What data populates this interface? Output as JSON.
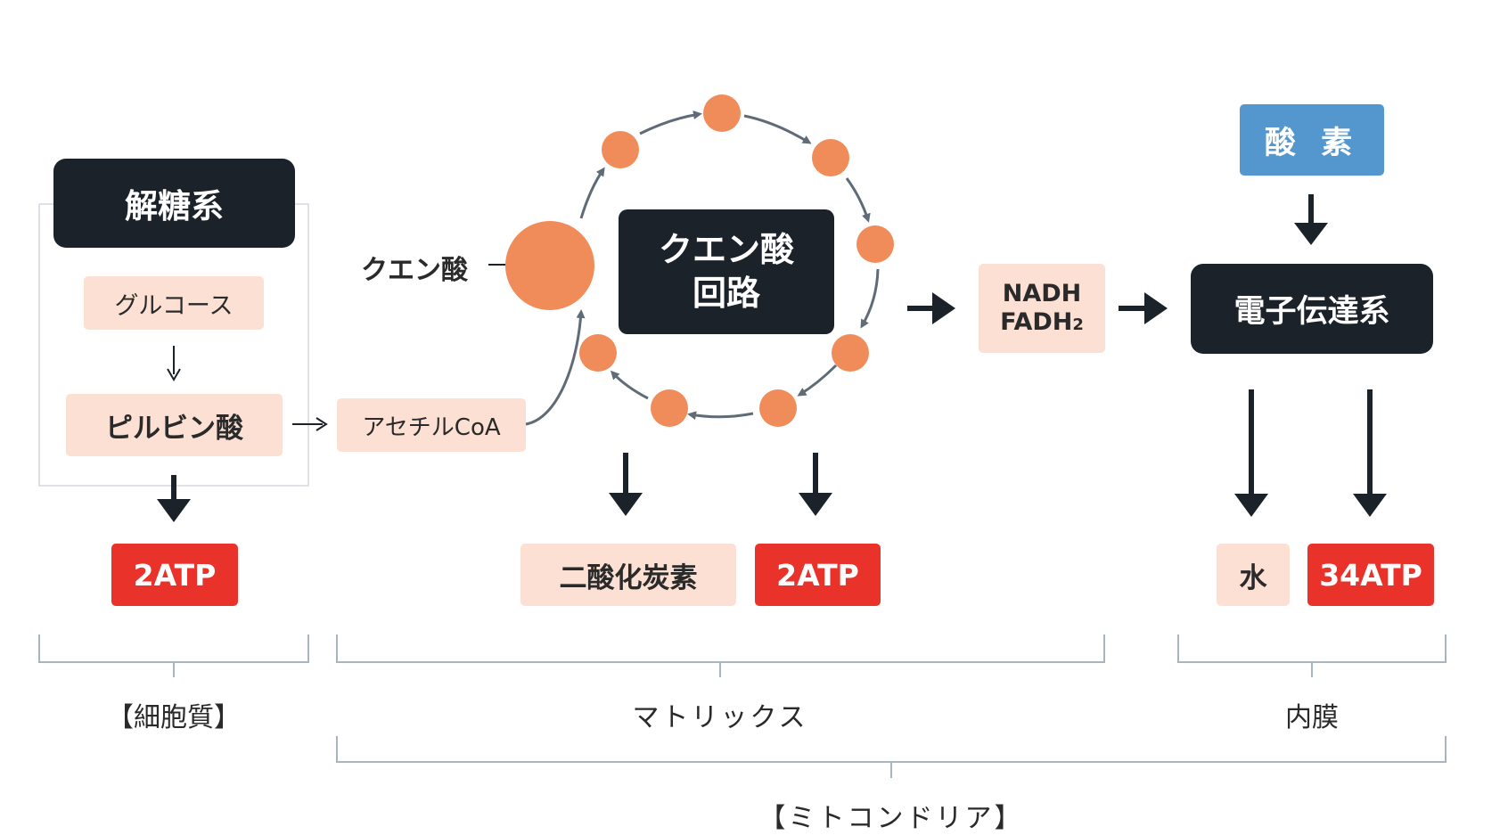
{
  "glycolysis": {
    "title": "解糖系",
    "glucose": "グルコース",
    "pyruvate": "ピルビン酸",
    "atp": "2ATP"
  },
  "citric_cycle": {
    "title_line1": "クエン酸",
    "title_line2": "回路",
    "citrate_label": "クエン酸",
    "acetyl_coa": "アセチルCoA",
    "co2": "二酸化炭素",
    "atp": "2ATP"
  },
  "carriers": {
    "nadh": "NADH",
    "fadh": "FADH",
    "fadh_sub": "2"
  },
  "electron_transport": {
    "title": "電子伝達系",
    "oxygen": "酸 素",
    "water": "水",
    "atp": "34ATP"
  },
  "regions": {
    "cytoplasm": "【細胞質】",
    "matrix": "マトリックス",
    "inner_membrane": "内膜",
    "mitochondria": "【ミトコンドリア】"
  },
  "colors": {
    "dark": "#1b2229",
    "pale": "#fbe0d3",
    "red": "#e8322a",
    "blue": "#5497ce",
    "orange": "#f08c5a",
    "gray_arrow": "#5f6b76",
    "bracket": "#a9b4c2"
  }
}
